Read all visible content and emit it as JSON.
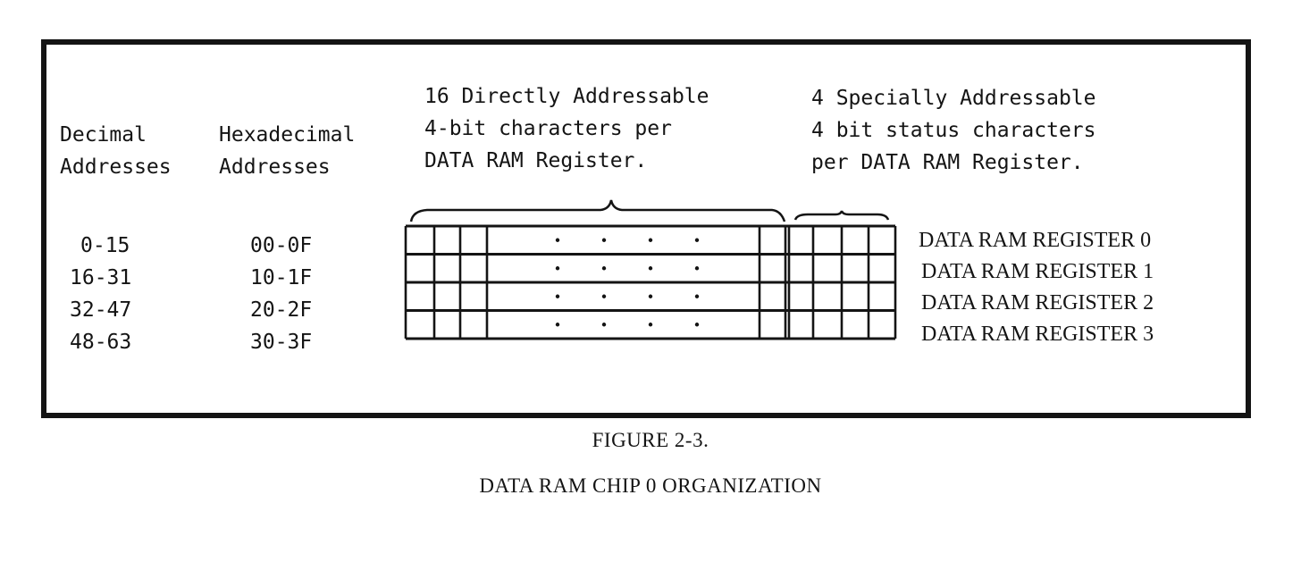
{
  "columns": {
    "decimal": [
      "Decimal",
      "Addresses"
    ],
    "hexadecimal": [
      "Hexadecimal",
      "Addresses"
    ]
  },
  "groups": {
    "direct": [
      "16 Directly Addressable",
      "4-bit characters per",
      "DATA RAM Register."
    ],
    "status": [
      "4 Specially Addressable",
      "4 bit status characters",
      "per DATA RAM Register."
    ]
  },
  "rows": [
    {
      "decimal": "0-15",
      "hex": "00-0F",
      "label": "DATA RAM REGISTER 0"
    },
    {
      "decimal": "16-31",
      "hex": "10-1F",
      "label": "DATA RAM REGISTER 1"
    },
    {
      "decimal": "32-47",
      "hex": "20-2F",
      "label": "DATA RAM REGISTER 2"
    },
    {
      "decimal": "48-63",
      "hex": "30-3F",
      "label": "DATA RAM REGISTER 3"
    }
  ],
  "figure": {
    "number": "FIGURE 2-3.",
    "title": "DATA RAM CHIP 0 ORGANIZATION"
  },
  "colors": {
    "ink": "#141414",
    "paper": "#ffffff"
  }
}
